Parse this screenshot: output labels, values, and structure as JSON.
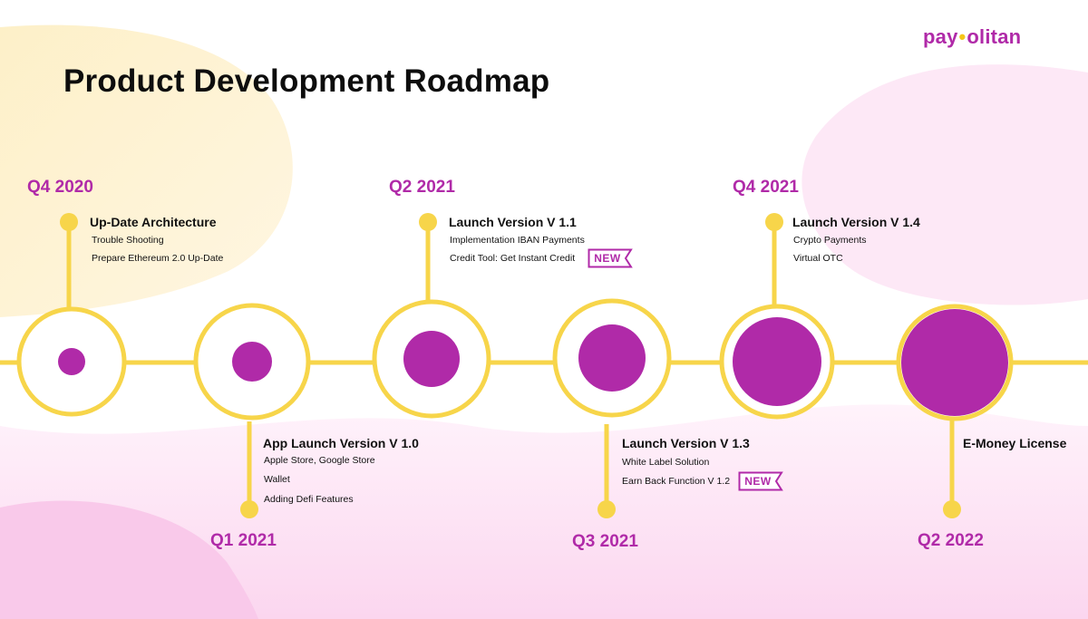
{
  "logo": {
    "left": "pay",
    "right": "olitan"
  },
  "title": "Product Development Roadmap",
  "colors": {
    "accent": "#b02aa8",
    "line": "#f7d54a",
    "text": "#111111"
  },
  "milestones": [
    {
      "quarter": "Q4 2020",
      "title": "Up-Date Architecture",
      "items": [
        "Trouble Shooting",
        "Prepare Ethereum 2.0 Up-Date"
      ]
    },
    {
      "quarter": "Q1 2021",
      "title": "App Launch Version V 1.0",
      "items": [
        "Apple Store, Google Store",
        "Wallet",
        "Adding Defi Features"
      ]
    },
    {
      "quarter": "Q2 2021",
      "title": "Launch Version V 1.1",
      "items": [
        "Implementation IBAN Payments",
        "Credit Tool: Get Instant Credit"
      ],
      "tag": "NEW"
    },
    {
      "quarter": "Q3 2021",
      "title": "Launch Version V 1.3",
      "items": [
        "White Label Solution",
        "Earn Back Function V 1.2"
      ],
      "tag": "NEW"
    },
    {
      "quarter": "Q4 2021",
      "title": "Launch Version V 1.4",
      "items": [
        "Crypto Payments",
        "Virtual OTC"
      ]
    },
    {
      "quarter": "Q2 2022",
      "title": "E-Money License",
      "items": []
    }
  ]
}
